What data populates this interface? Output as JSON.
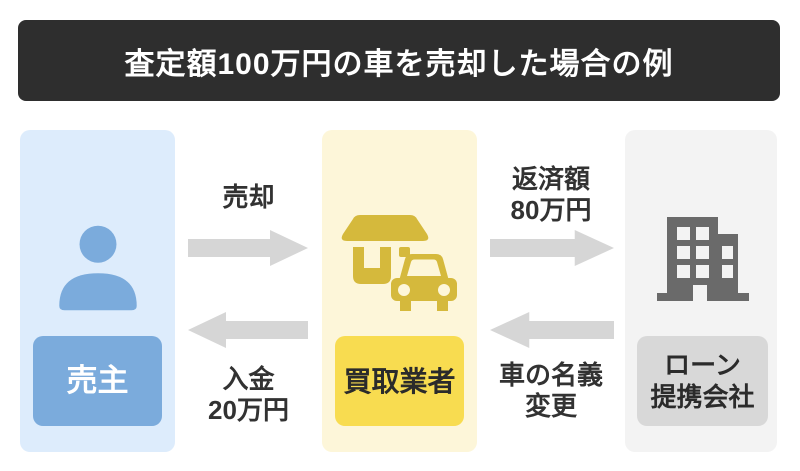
{
  "title": "査定額100万円の車を売却した場合の例",
  "entities": {
    "seller": {
      "label": "売主",
      "icon": "person-icon"
    },
    "dealer": {
      "label": "買取業者",
      "icon": "store-car-icon"
    },
    "loan_company": {
      "label_line1": "ローン",
      "label_line2": "提携会社",
      "icon": "building-icon"
    }
  },
  "flows": {
    "sell": {
      "label": "売却",
      "direction": "right",
      "from": "売主",
      "to": "買取業者"
    },
    "repayment": {
      "label_line1": "返済額",
      "label_line2": "80万円",
      "direction": "right",
      "from": "買取業者",
      "to": "ローン提携会社"
    },
    "deposit": {
      "label_line1": "入金",
      "label_line2": "20万円",
      "direction": "left",
      "from": "買取業者",
      "to": "売主"
    },
    "name_change": {
      "label_line1": "車の名義",
      "label_line2": "変更",
      "direction": "left",
      "from": "ローン提携会社",
      "to": "買取業者"
    }
  },
  "colors": {
    "banner_bg": "#2e2e2e",
    "banner_text": "#ffffff",
    "seller_panel_bg": "#ddecfc",
    "seller_accent": "#7babdc",
    "dealer_panel_bg": "#fdf6d9",
    "dealer_icon": "#d5b93c",
    "dealer_tag_bg": "#f8dc50",
    "loan_panel_bg": "#f3f3f3",
    "loan_icon": "#6a6a6a",
    "loan_tag_bg": "#d8d8d8",
    "arrow": "#d6d6d6",
    "text_dark": "#323232"
  }
}
